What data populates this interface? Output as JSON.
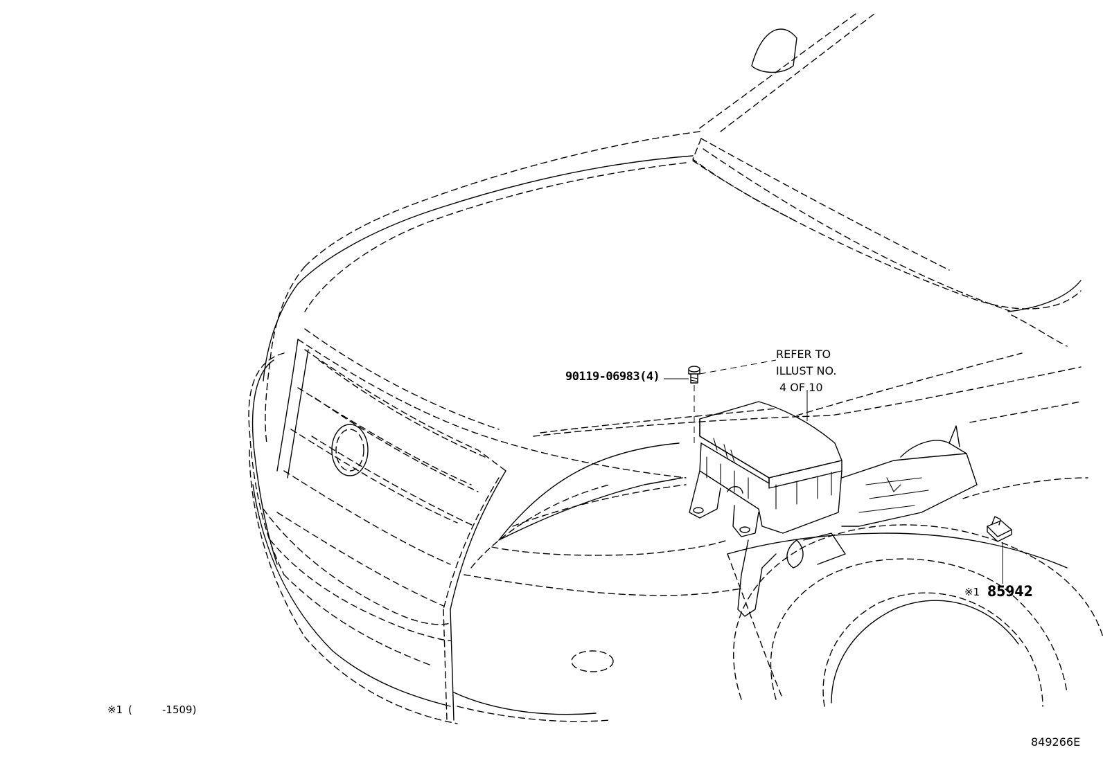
{
  "callouts": {
    "bolt_part_number": "90119-06983(4)",
    "refer_line1": "REFER TO",
    "refer_line2": "ILLUST NO.",
    "refer_line3": "4 OF 10",
    "sensor_mark": "※1",
    "sensor_part_number": "85942"
  },
  "footnote": {
    "mark": "※1",
    "open_paren": "(",
    "range": "-1509)"
  },
  "diagram_id": "849266E"
}
